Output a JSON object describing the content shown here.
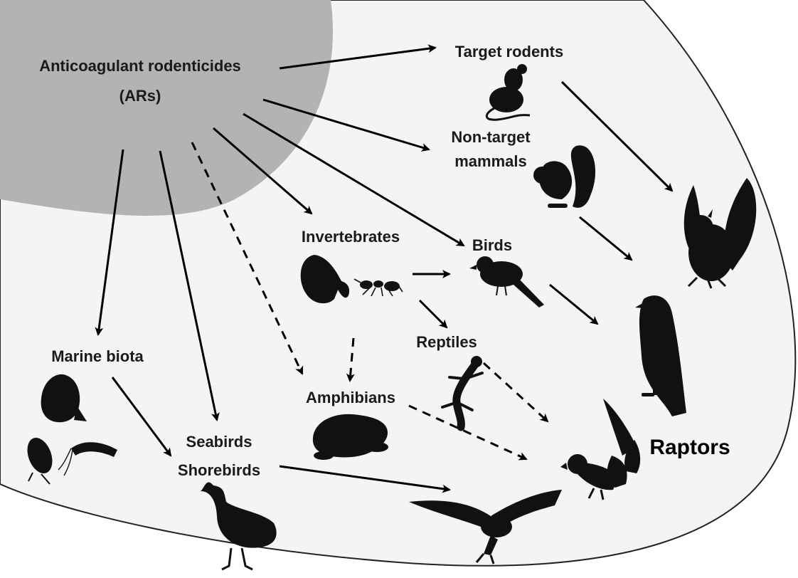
{
  "labels": {
    "source_line1": "Anticoagulant rodenticides",
    "source_line2": "(ARs)",
    "target_rodents": "Target rodents",
    "non_target_line1": "Non-target",
    "non_target_line2": "mammals",
    "invertebrates": "Invertebrates",
    "birds": "Birds",
    "reptiles": "Reptiles",
    "amphibians": "Amphibians",
    "marine_biota": "Marine biota",
    "seabirds": "Seabirds",
    "shorebirds": "Shorebirds",
    "raptors": "Raptors"
  },
  "colors": {
    "source_disk": "#b3b3b3",
    "background_region": "#f3f3f3",
    "silhouettes": "#111111",
    "arrows": "#000000"
  },
  "icons": [
    "mouse-icon",
    "squirrel-icon",
    "butterfly-icon",
    "ant-icon",
    "songbird-icon",
    "lizard-icon",
    "toad-icon",
    "fish-icon",
    "water-bug-icon",
    "shrimp-icon",
    "duck-icon",
    "owl-icon",
    "hawk-icon",
    "falcon-icon",
    "eagle-icon"
  ]
}
